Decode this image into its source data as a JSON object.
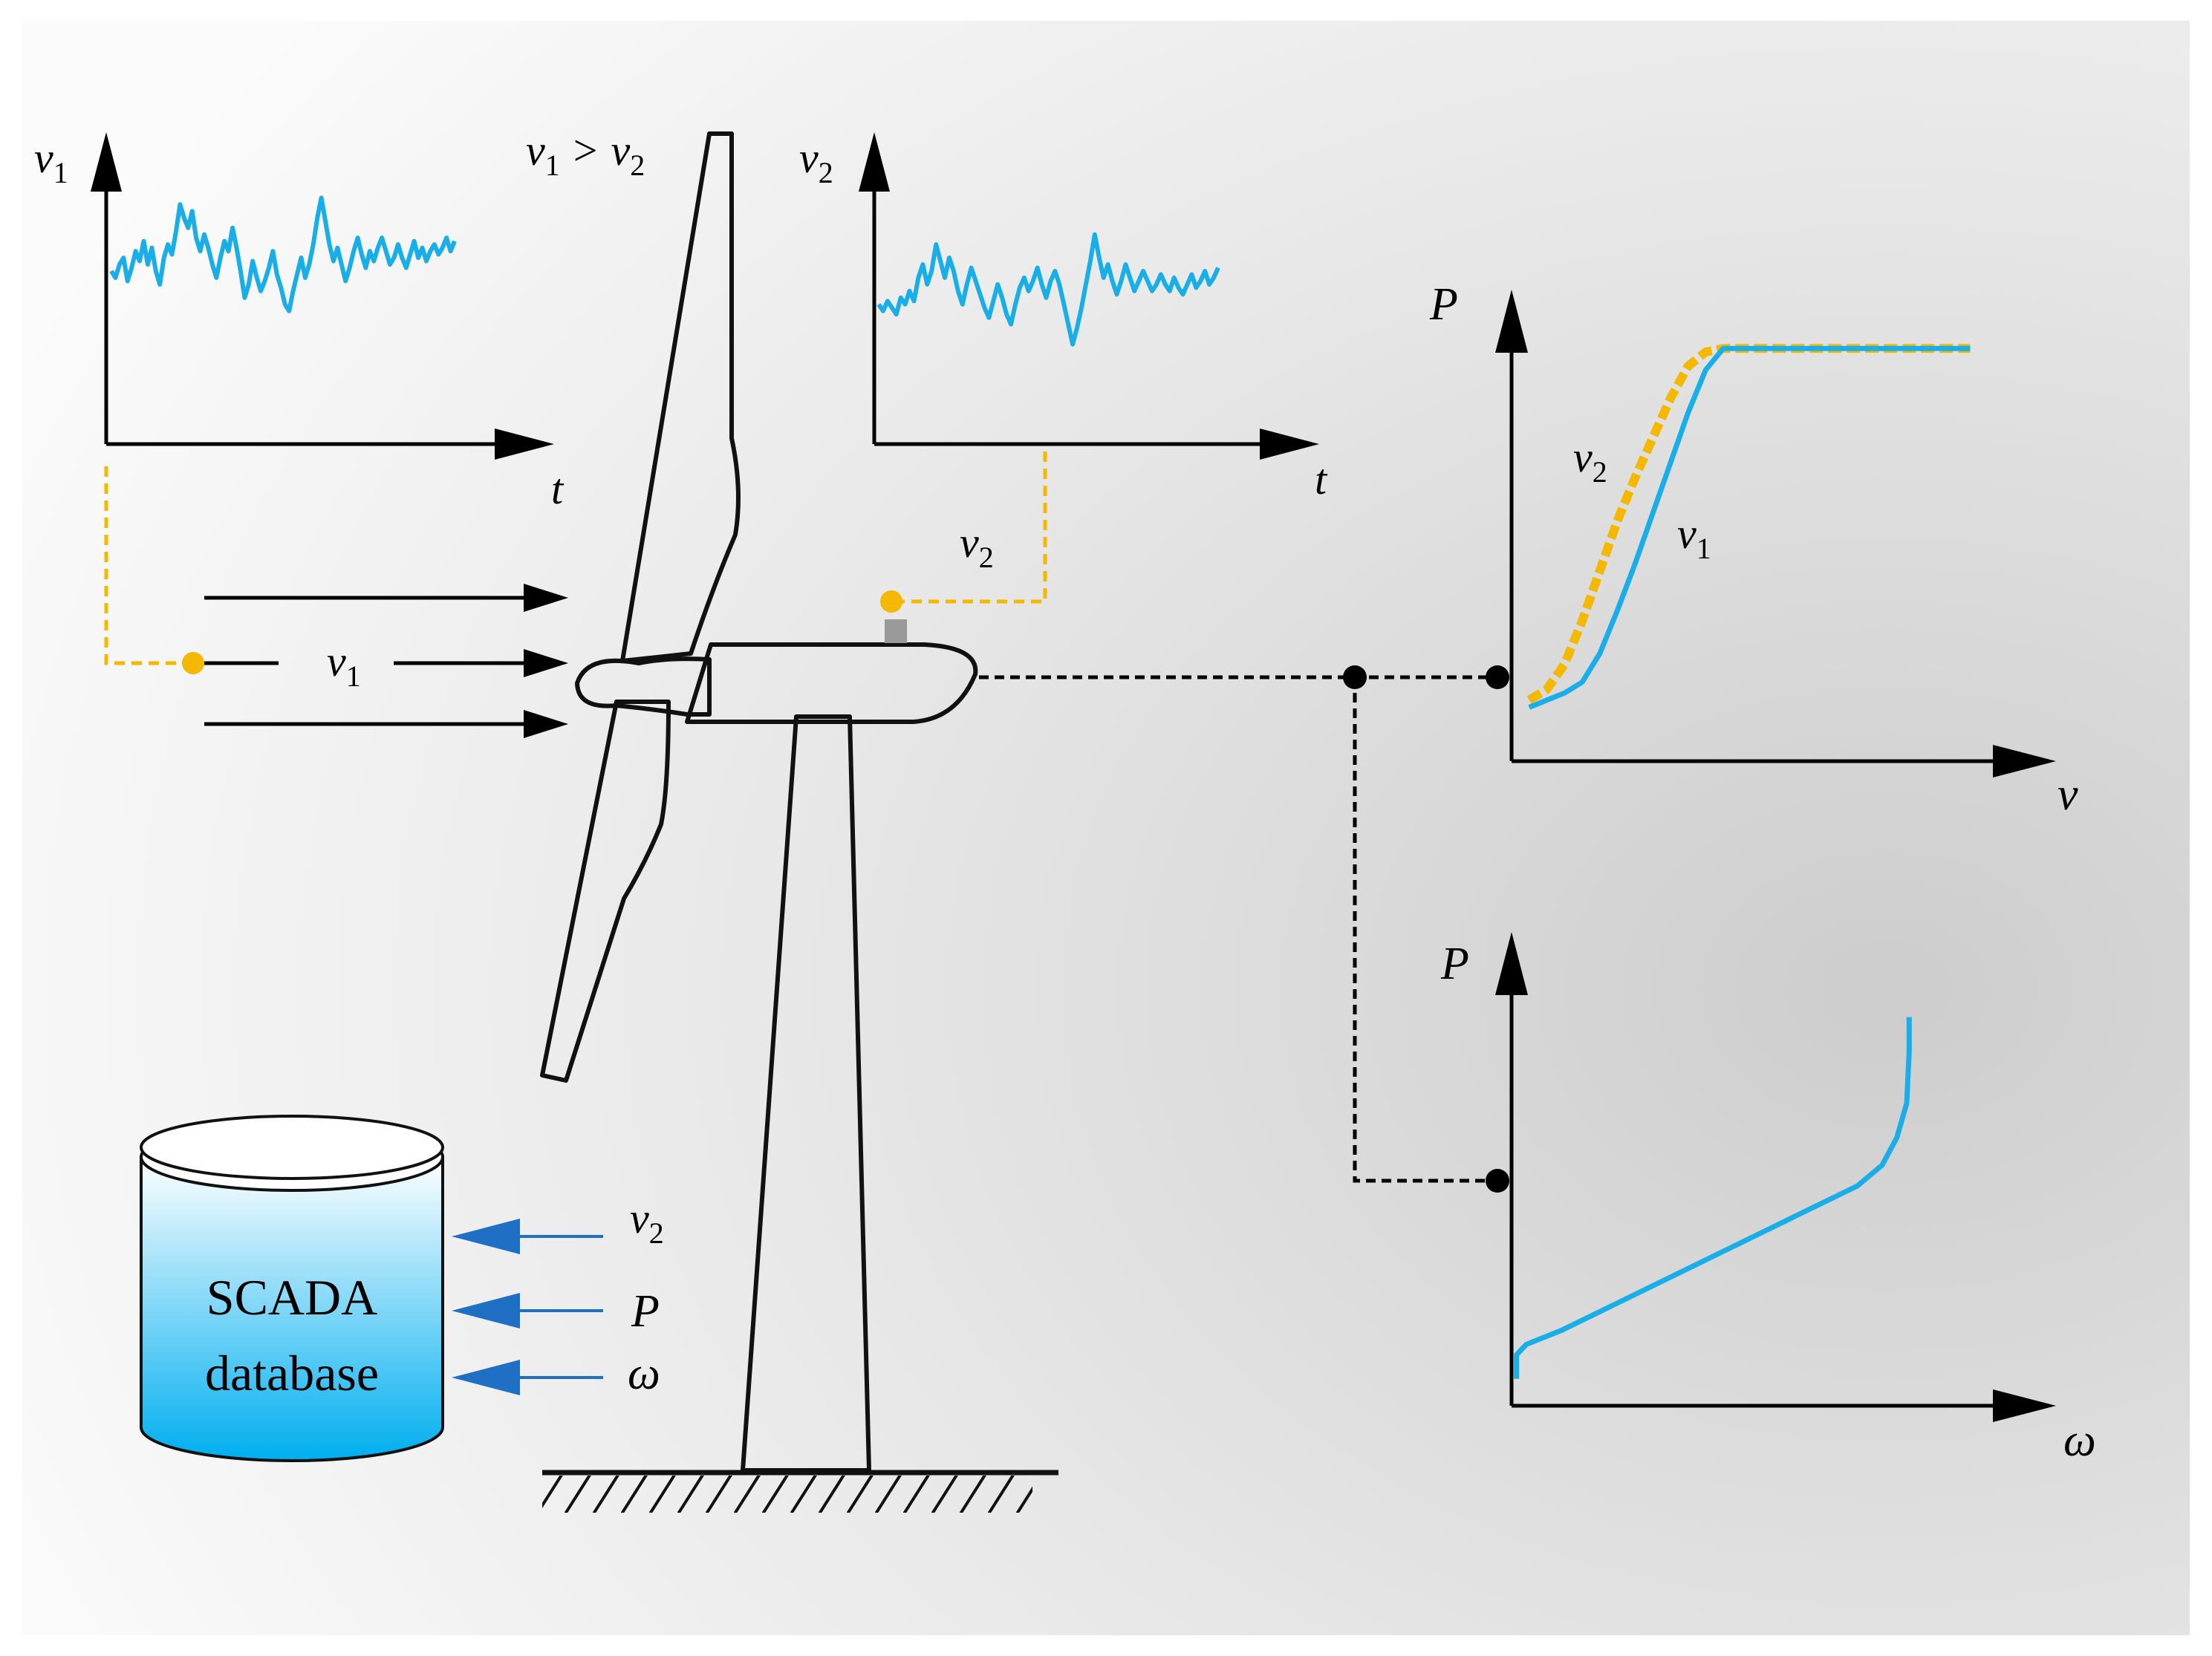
{
  "colors": {
    "signal": "#1aaee8",
    "measure": "#f5b800",
    "arrow_blue": "#1f6fc4",
    "outline": "#111111",
    "db_top": "#ffffff",
    "db_bottom": "#00aeef"
  },
  "labels": {
    "v": "v",
    "sub1": "1",
    "sub2": "2",
    "gt": ">",
    "t": "t",
    "P": "P",
    "omega": "ω",
    "db_line1": "SCADA",
    "db_line2": "database"
  },
  "db_inputs": [
    {
      "symbol": "v",
      "sub": "2"
    },
    {
      "symbol": "P",
      "sub": ""
    },
    {
      "symbol": "ω",
      "sub": ""
    }
  ],
  "chart_data": [
    {
      "type": "line",
      "name": "v1-time-series",
      "ylabel": "v1",
      "xlabel": "t",
      "values": [
        5.2,
        5.0,
        5.4,
        5.6,
        4.9,
        5.3,
        5.8,
        5.5,
        6.1,
        5.4,
        5.9,
        5.2,
        4.8,
        5.6,
        6.0,
        5.7,
        6.4,
        7.2,
        6.8,
        6.5,
        7.0,
        6.2,
        5.8,
        6.3,
        5.9,
        5.4,
        5.0,
        5.6,
        6.1,
        5.8,
        6.5,
        5.9,
        5.2,
        4.4,
        4.8,
        5.5,
        5.0,
        4.6,
        4.9,
        5.3,
        5.8,
        5.1,
        4.7,
        4.2,
        4.0,
        4.6,
        5.1,
        5.6,
        5.0,
        5.4,
        6.0,
        6.8,
        7.4,
        6.7,
        6.0,
        5.5,
        5.9,
        5.4,
        4.9,
        5.3,
        5.8,
        6.2,
        5.7,
        5.3,
        5.8,
        5.5,
        5.9,
        6.2,
        5.8,
        5.4,
        5.6,
        6.0,
        5.6,
        5.3,
        5.7,
        6.1,
        5.6,
        5.9,
        5.5,
        5.8,
        6.0,
        5.7,
        5.9,
        6.2,
        5.8,
        6.1
      ],
      "ylim": [
        0,
        10
      ]
    },
    {
      "type": "line",
      "name": "v2-time-series",
      "ylabel": "v2",
      "xlabel": "t",
      "values": [
        4.2,
        4.0,
        4.3,
        4.1,
        3.9,
        4.4,
        4.2,
        4.6,
        4.3,
        5.0,
        5.4,
        4.8,
        5.2,
        6.0,
        5.5,
        5.0,
        5.6,
        5.2,
        4.6,
        4.2,
        4.8,
        5.3,
        4.9,
        4.5,
        4.1,
        3.8,
        4.3,
        4.8,
        4.4,
        3.9,
        3.6,
        4.2,
        4.7,
        5.0,
        4.6,
        4.9,
        5.3,
        4.8,
        4.4,
        4.9,
        5.2,
        4.8,
        4.2,
        3.6,
        3.0,
        3.5,
        4.1,
        4.8,
        5.5,
        6.3,
        5.6,
        5.0,
        5.4,
        4.9,
        4.5,
        4.9,
        5.4,
        5.0,
        4.6,
        4.9,
        5.2,
        4.9,
        4.6,
        4.8,
        5.1,
        4.8,
        4.6,
        5.0,
        4.7,
        4.5,
        4.8,
        5.1,
        4.7,
        4.9,
        5.2,
        4.8,
        5.0,
        5.3
      ],
      "ylim": [
        0,
        10
      ]
    },
    {
      "type": "line",
      "name": "power-curve-P-v",
      "xlabel": "v",
      "ylabel": "P",
      "series": [
        {
          "name": "v2",
          "x": [
            0.5,
            1.0,
            1.5,
            2.0,
            2.5,
            3.0,
            3.5,
            4.0,
            4.5,
            5.0,
            5.5,
            6.0,
            6.5,
            7.0,
            7.5,
            8.0,
            9.0,
            10.0,
            11.0,
            12.0,
            13.0
          ],
          "y": [
            0.02,
            0.05,
            0.12,
            0.24,
            0.38,
            0.52,
            0.64,
            0.75,
            0.86,
            0.95,
            0.99,
            1.0,
            1.0,
            1.0,
            1.0,
            1.0,
            1.0,
            1.0,
            1.0,
            1.0,
            1.0
          ]
        },
        {
          "name": "v1",
          "x": [
            0.5,
            1.0,
            1.5,
            2.0,
            2.5,
            3.0,
            3.5,
            4.0,
            4.5,
            5.0,
            5.5,
            6.0,
            6.5,
            7.0,
            8.0,
            9.0,
            10.0,
            11.0,
            12.0,
            13.0
          ],
          "y": [
            0.0,
            0.02,
            0.04,
            0.07,
            0.15,
            0.27,
            0.4,
            0.54,
            0.68,
            0.82,
            0.94,
            1.0,
            1.0,
            1.0,
            1.0,
            1.0,
            1.0,
            1.0,
            1.0,
            1.0
          ]
        }
      ],
      "xlim": [
        0,
        14
      ],
      "ylim": [
        -0.15,
        1.35
      ]
    },
    {
      "type": "line",
      "name": "power-curve-P-omega",
      "xlabel": "ω",
      "ylabel": "P",
      "x": [
        0.1,
        0.1,
        0.3,
        1.0,
        2.0,
        3.0,
        4.0,
        5.0,
        6.0,
        7.0,
        7.5,
        7.8,
        8.0,
        8.05,
        8.05
      ],
      "y": [
        0.0,
        0.07,
        0.1,
        0.14,
        0.21,
        0.28,
        0.35,
        0.42,
        0.49,
        0.56,
        0.62,
        0.7,
        0.8,
        0.95,
        1.05
      ],
      "xlim": [
        0,
        10
      ],
      "ylim": [
        -0.05,
        1.2
      ]
    }
  ]
}
